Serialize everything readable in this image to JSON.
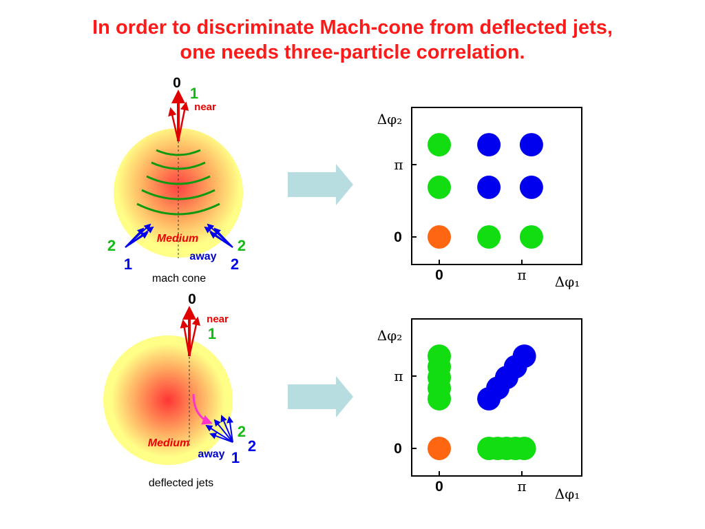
{
  "title": {
    "line1": "In order to discriminate Mach-cone from deflected jets,",
    "line2": "one needs three-particle correlation."
  },
  "colors": {
    "title": "#ff1a1a",
    "near_arrow": "#e00000",
    "green": "#11dd11",
    "blue": "#0000ee",
    "orange": "#ff6611",
    "magenta": "#ff33cc",
    "medium_label": "#ee0000",
    "medium_outer": "#ffff88",
    "medium_inner": "#ff4040",
    "big_arrow": "#b7dde0"
  },
  "mach_cone": {
    "caption": "mach cone",
    "zero_label": "0",
    "near_label": "near",
    "near_index": "1",
    "medium_label": "Medium",
    "away_label": "away",
    "left_labels": [
      "2",
      "1"
    ],
    "right_labels": [
      "2",
      "2"
    ]
  },
  "deflected_jets": {
    "caption": "deflected jets",
    "zero_label": "0",
    "near_label": "near",
    "near_index": "1",
    "medium_label": "Medium",
    "away_label": "away",
    "right_labels": [
      "2",
      "2",
      "1"
    ]
  },
  "chart_data": [
    {
      "type": "scatter",
      "title": "",
      "xlabel": "Δφ₁",
      "ylabel": "Δφ₂",
      "xticks": [
        "0",
        "π"
      ],
      "yticks": [
        "0",
        "π"
      ],
      "points": [
        {
          "x": 0,
          "y": 0,
          "color": "orange"
        },
        {
          "x": 0.7,
          "y": 0,
          "color": "green"
        },
        {
          "x": 1.3,
          "y": 0,
          "color": "green"
        },
        {
          "x": 0,
          "y": 0.7,
          "color": "green"
        },
        {
          "x": 0,
          "y": 1.3,
          "color": "green"
        },
        {
          "x": 0.7,
          "y": 0.7,
          "color": "blue"
        },
        {
          "x": 1.3,
          "y": 0.7,
          "color": "blue"
        },
        {
          "x": 0.7,
          "y": 1.3,
          "color": "blue"
        },
        {
          "x": 1.3,
          "y": 1.3,
          "color": "blue"
        }
      ]
    },
    {
      "type": "scatter",
      "title": "",
      "xlabel": "Δφ₁",
      "ylabel": "Δφ₂",
      "xticks": [
        "0",
        "π"
      ],
      "yticks": [
        "0",
        "π"
      ],
      "points": [
        {
          "x": 0,
          "y": 0,
          "color": "orange"
        },
        {
          "x": 0.7,
          "y": 0,
          "color": "green"
        },
        {
          "x": 0.825,
          "y": 0,
          "color": "green"
        },
        {
          "x": 0.95,
          "y": 0,
          "color": "green"
        },
        {
          "x": 1.075,
          "y": 0,
          "color": "green"
        },
        {
          "x": 1.2,
          "y": 0,
          "color": "green"
        },
        {
          "x": 0,
          "y": 0.7,
          "color": "green"
        },
        {
          "x": 0,
          "y": 0.85,
          "color": "green"
        },
        {
          "x": 0,
          "y": 1.0,
          "color": "green"
        },
        {
          "x": 0,
          "y": 1.15,
          "color": "green"
        },
        {
          "x": 0,
          "y": 1.3,
          "color": "green"
        },
        {
          "x": 0.7,
          "y": 0.7,
          "color": "blue"
        },
        {
          "x": 0.825,
          "y": 0.85,
          "color": "blue"
        },
        {
          "x": 0.95,
          "y": 1.0,
          "color": "blue"
        },
        {
          "x": 1.075,
          "y": 1.15,
          "color": "blue"
        },
        {
          "x": 1.2,
          "y": 1.3,
          "color": "blue"
        }
      ]
    }
  ]
}
